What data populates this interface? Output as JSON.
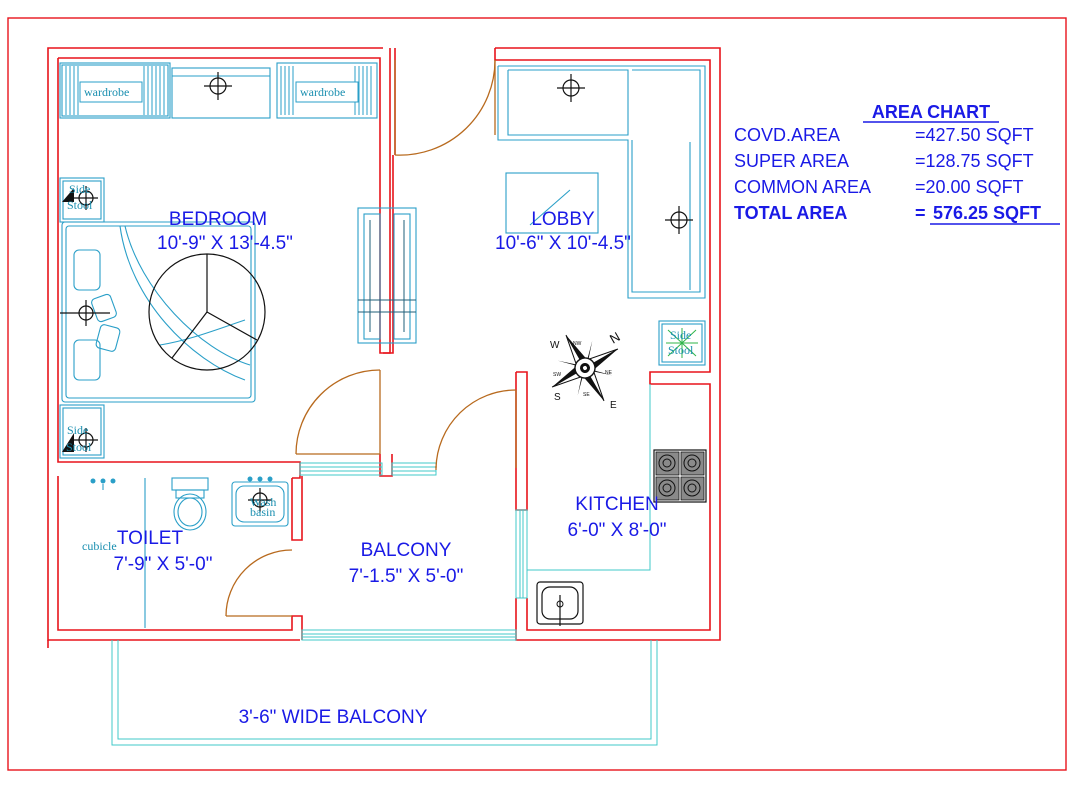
{
  "rooms": {
    "bedroom": {
      "name": "BEDROOM",
      "size": "10'-9\" X 13'-4.5\""
    },
    "lobby": {
      "name": "LOBBY",
      "size": "10'-6\" X 10'-4.5\""
    },
    "toilet": {
      "name": "TOILET",
      "size": "7'-9\" X 5'-0\""
    },
    "balcony": {
      "name": "BALCONY",
      "size": "7'-1.5\" X 5'-0\""
    },
    "kitchen": {
      "name": "KITCHEN",
      "size": "6'-0\" X 8'-0\""
    },
    "wide_balcony": {
      "name": "3'-6\" WIDE BALCONY"
    }
  },
  "fixtures": {
    "wardrobe_left": "wardrobe",
    "wardrobe_right": "wardrobe",
    "side_stool_top_1": "Side",
    "side_stool_top_2": "Stool",
    "side_stool_bottom_1": "Side",
    "side_stool_bottom_2": "Stool",
    "side_stool_lobby_1": "Side",
    "side_stool_lobby_2": "Stool",
    "cubicle": "cubicle",
    "wash_basin_1": "Wash",
    "wash_basin_2": "basin"
  },
  "compass": {
    "n": "N",
    "s": "S",
    "e": "E",
    "w": "W",
    "nw": "NW",
    "ne": "NE",
    "sw": "SW",
    "se": "SE"
  },
  "area_chart": {
    "title": "AREA CHART",
    "rows": [
      {
        "label": "COVD.AREA",
        "value": "=427.50 SQFT"
      },
      {
        "label": "SUPER AREA",
        "value": "=128.75 SQFT"
      },
      {
        "label": "COMMON AREA",
        "value": "=20.00 SQFT"
      }
    ],
    "total": {
      "label": "TOTAL AREA",
      "prefix": "= ",
      "value": "576.25 SQFT"
    }
  }
}
